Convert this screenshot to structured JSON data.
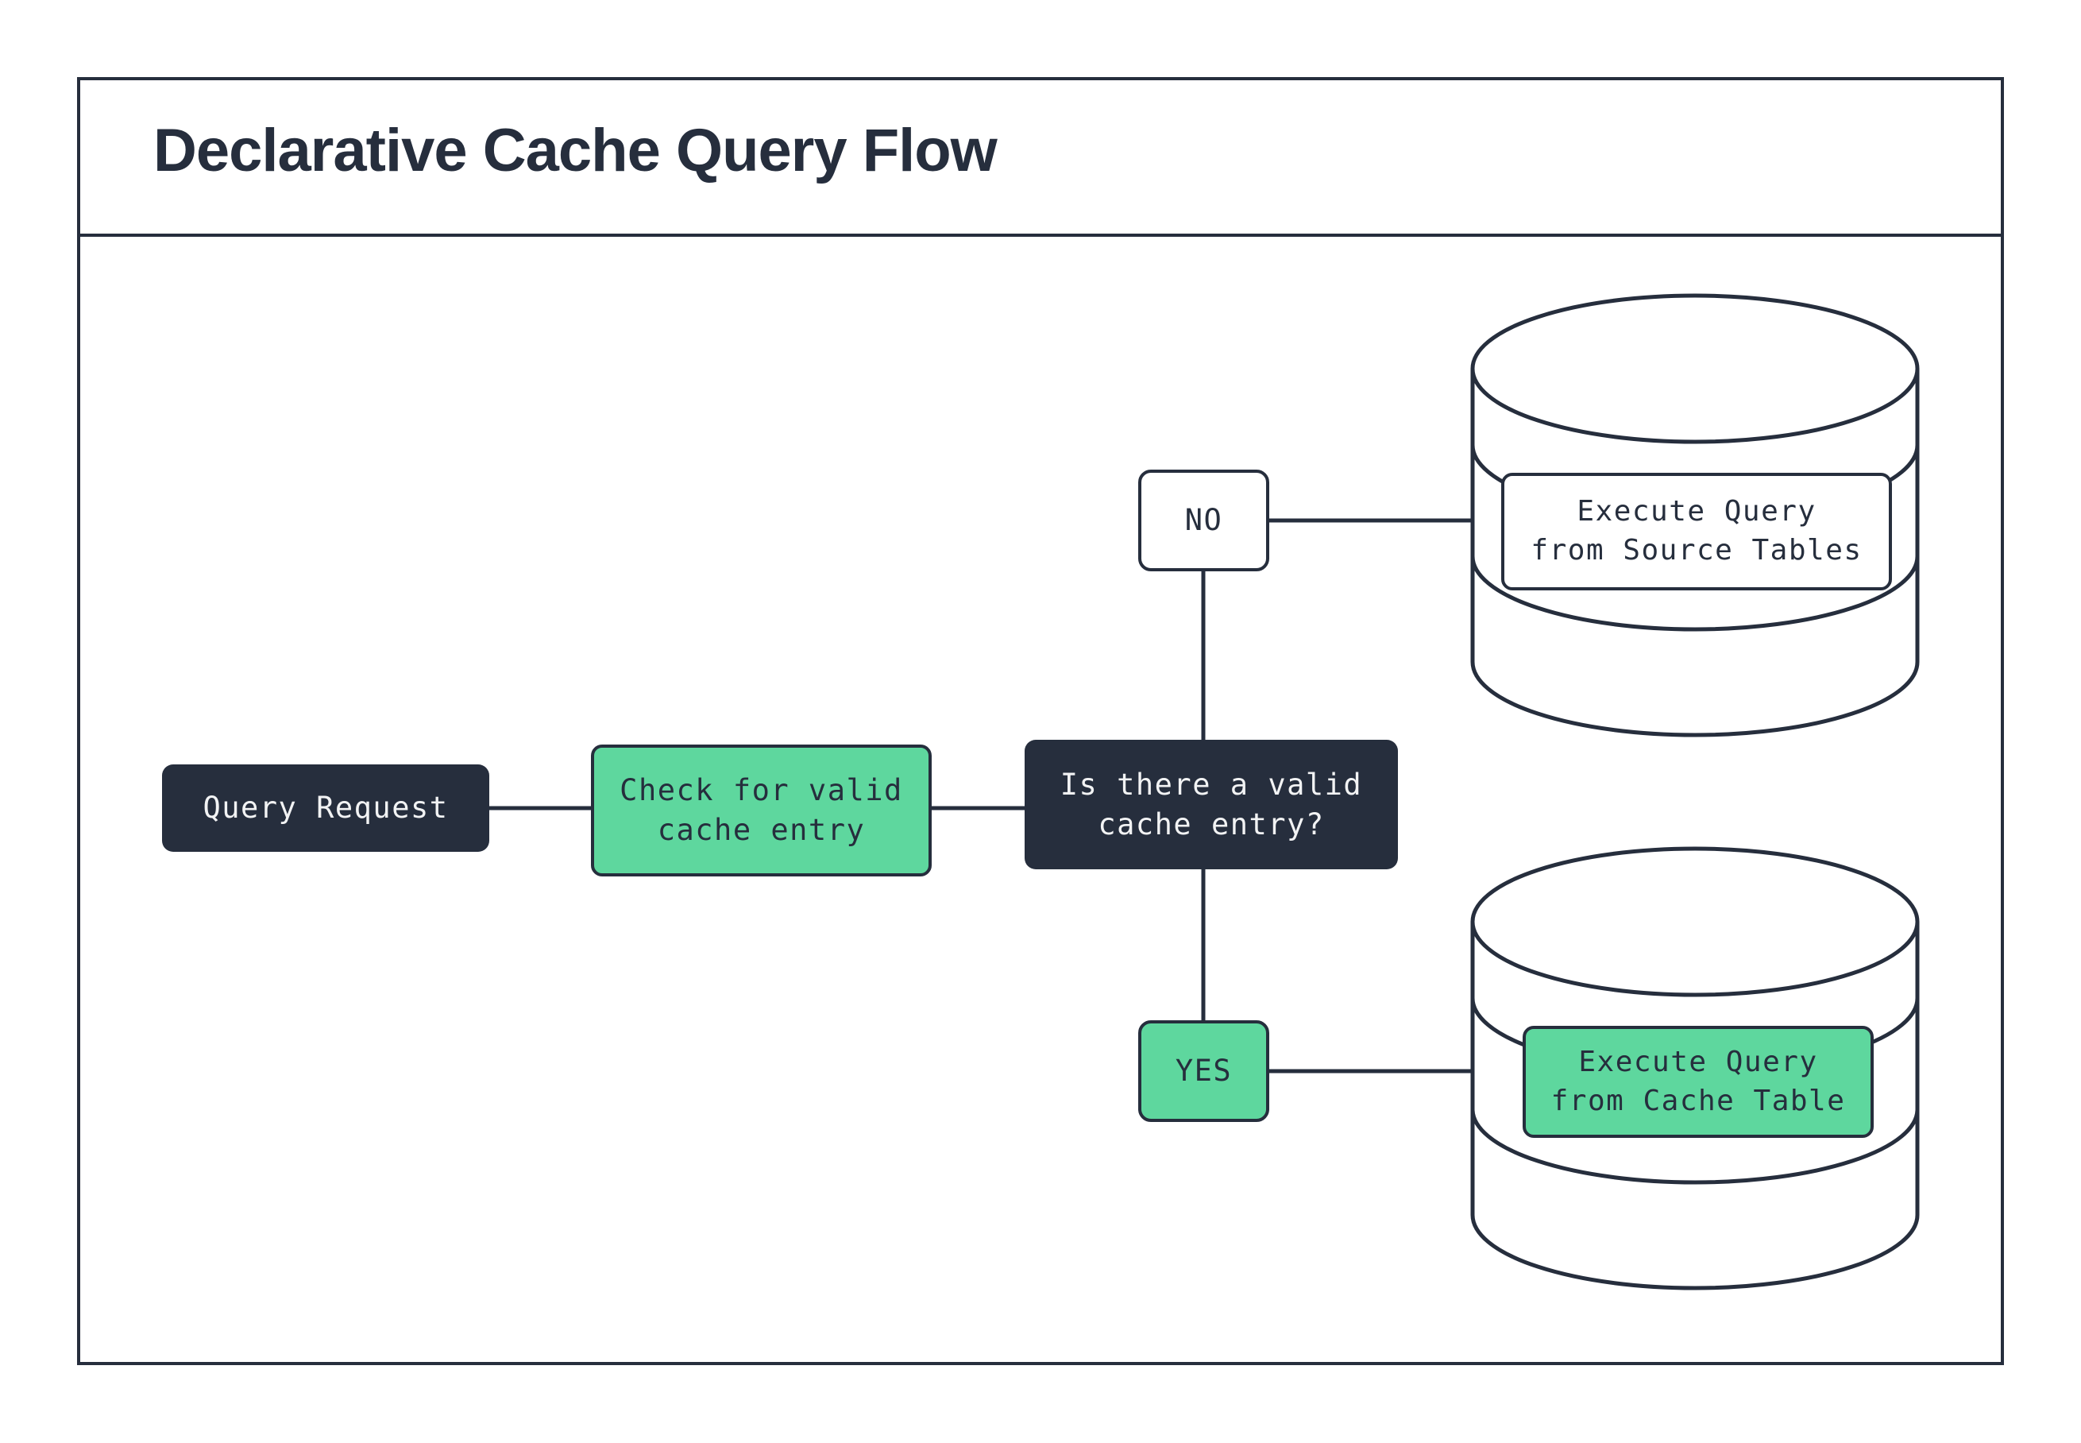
{
  "title": "Declarative Cache Query Flow",
  "colors": {
    "ink": "#262e3d",
    "green": "#5ed79e",
    "paper": "#ffffff",
    "text_on_dark": "#f2f3f4"
  },
  "nodes": {
    "query_request": {
      "label": "Query Request",
      "style": "dark"
    },
    "check_cache": {
      "label": "Check for valid\ncache entry",
      "style": "green"
    },
    "decision": {
      "label": "Is there a valid\ncache entry?",
      "style": "dark"
    },
    "branch_no": {
      "label": "NO",
      "style": "white"
    },
    "branch_yes": {
      "label": "YES",
      "style": "green"
    },
    "execute_source": {
      "label": "Execute Query\nfrom Source Tables",
      "style": "white"
    },
    "execute_cache": {
      "label": "Execute Query\nfrom Cache Table",
      "style": "green"
    }
  },
  "icons": {
    "source_database": "database-cylinder",
    "cache_database": "database-cylinder"
  },
  "edges": [
    {
      "from": "query_request",
      "to": "check_cache"
    },
    {
      "from": "check_cache",
      "to": "decision"
    },
    {
      "from": "decision",
      "to": "branch_no"
    },
    {
      "from": "decision",
      "to": "branch_yes"
    },
    {
      "from": "branch_no",
      "to": "execute_source"
    },
    {
      "from": "branch_yes",
      "to": "execute_cache"
    }
  ]
}
